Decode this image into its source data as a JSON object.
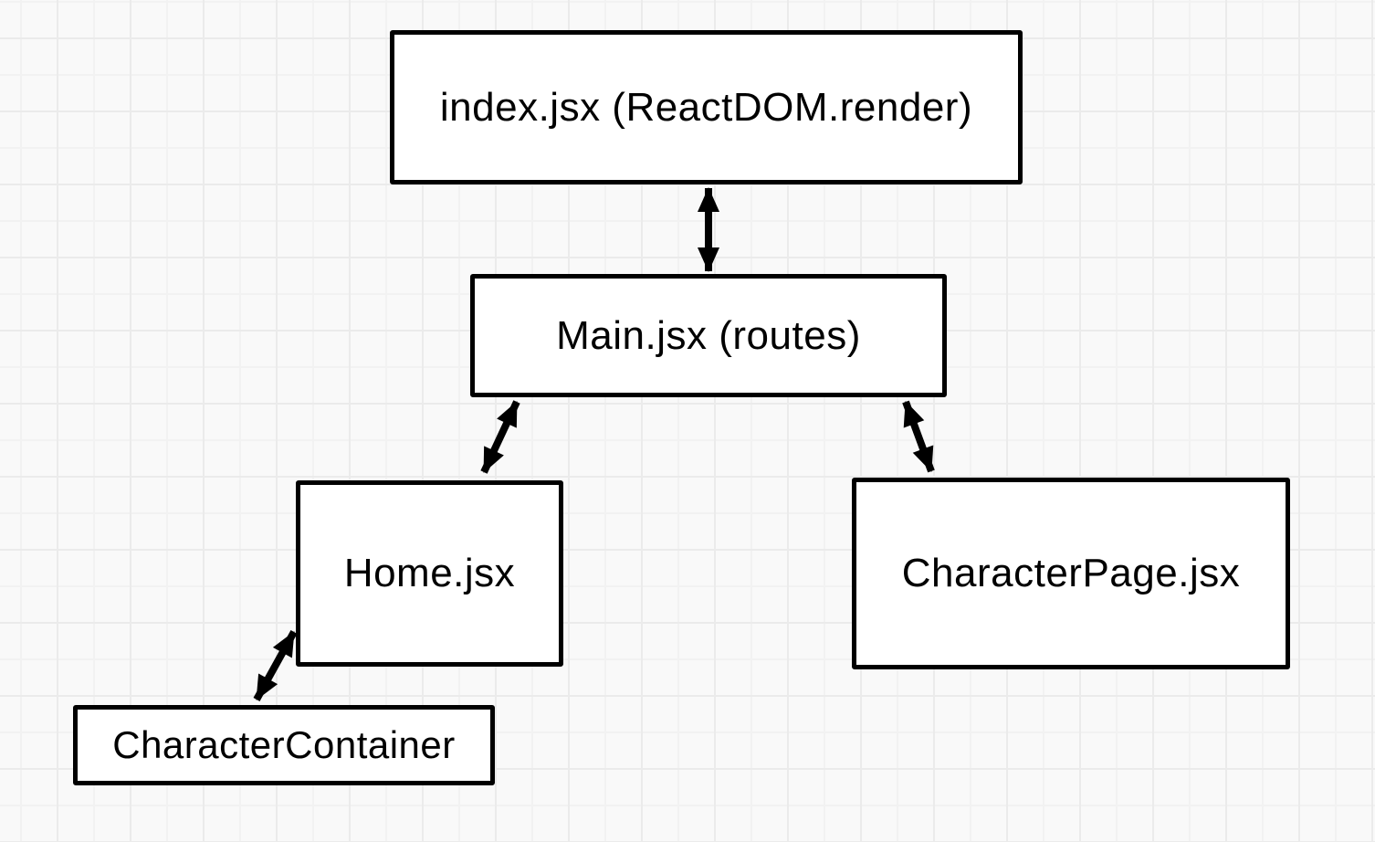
{
  "diagram": {
    "type": "flowchart",
    "background_color": "#f9f9f9",
    "grid_minor_color": "#f2f2f2",
    "grid_major_color": "#ebebeb",
    "stroke_color": "#000000",
    "node_fill_color": "#ffffff",
    "text_color": "#000000",
    "nodes": {
      "index_jsx": {
        "label": "index.jsx (ReactDOM.render)"
      },
      "main_jsx": {
        "label": "Main.jsx (routes)"
      },
      "home_jsx": {
        "label": "Home.jsx"
      },
      "character_page_jsx": {
        "label": "CharacterPage.jsx"
      },
      "character_container": {
        "label": "CharacterContainer"
      }
    },
    "edges": [
      {
        "from": "index_jsx",
        "to": "main_jsx",
        "style": "double-headed-arrow"
      },
      {
        "from": "main_jsx",
        "to": "home_jsx",
        "style": "double-headed-arrow"
      },
      {
        "from": "main_jsx",
        "to": "character_page_jsx",
        "style": "double-headed-arrow"
      },
      {
        "from": "home_jsx",
        "to": "character_container",
        "style": "double-headed-arrow"
      }
    ]
  }
}
